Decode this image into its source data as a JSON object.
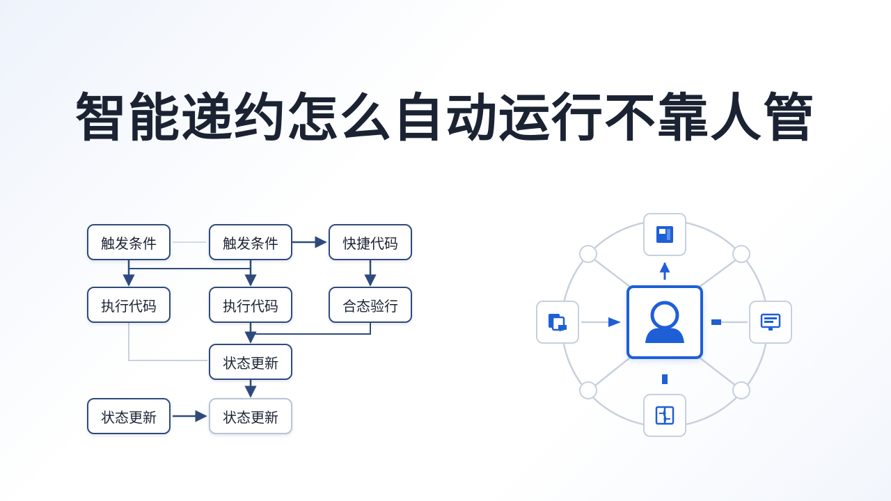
{
  "title": "智能递约怎么自动运行不靠人管",
  "flowchart": {
    "nodes": [
      {
        "id": "n1",
        "label": "触发条件"
      },
      {
        "id": "n2",
        "label": "触发条件"
      },
      {
        "id": "n3",
        "label": "快捷代码"
      },
      {
        "id": "n4",
        "label": "执行代码"
      },
      {
        "id": "n5",
        "label": "执行代码"
      },
      {
        "id": "n6",
        "label": "合态验行"
      },
      {
        "id": "n7",
        "label": "状态更新"
      },
      {
        "id": "n8",
        "label": "状态更新"
      },
      {
        "id": "n9",
        "label": "状态更新"
      }
    ]
  },
  "network": {
    "hub_icon": "user-avatar-icon",
    "satellites": [
      {
        "position": "top",
        "icon": "document-icon"
      },
      {
        "position": "left",
        "icon": "copy-chat-icon"
      },
      {
        "position": "right",
        "icon": "monitor-icon"
      },
      {
        "position": "bottom",
        "icon": "transfer-icon"
      }
    ]
  },
  "colors": {
    "accent": "#1f5fd6",
    "node_border": "#2e4a7c",
    "connector": "#c7d0de",
    "text": "#1b2333"
  }
}
